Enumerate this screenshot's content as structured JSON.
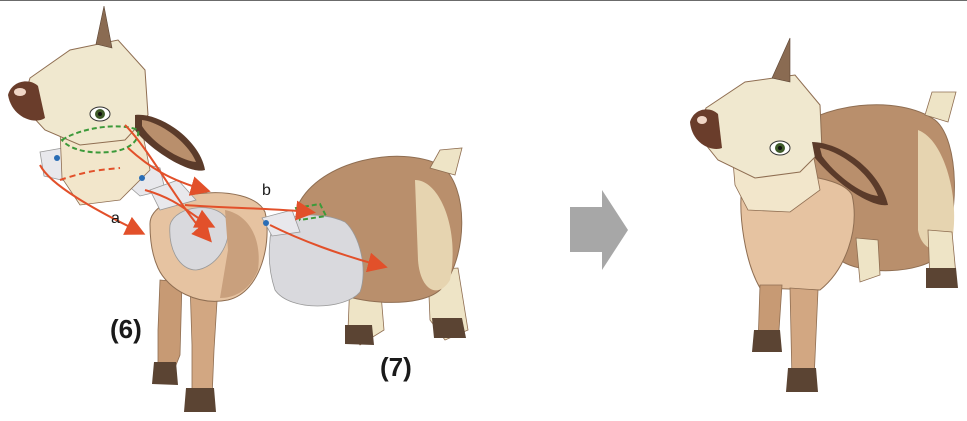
{
  "labels": {
    "step_head_front": "(6)",
    "step_body_rear": "(7)",
    "arrow_a": "a",
    "arrow_b": "b"
  },
  "colors": {
    "fur_brown": "#b98f6c",
    "fur_light": "#eee4c6",
    "hoof_dark": "#5b4433",
    "guide_arrow": "#e2502a",
    "glue_dash": "#3c9a3a",
    "next_arrow": "#a7a7a7",
    "paper_inside": "#d9d9dd"
  }
}
